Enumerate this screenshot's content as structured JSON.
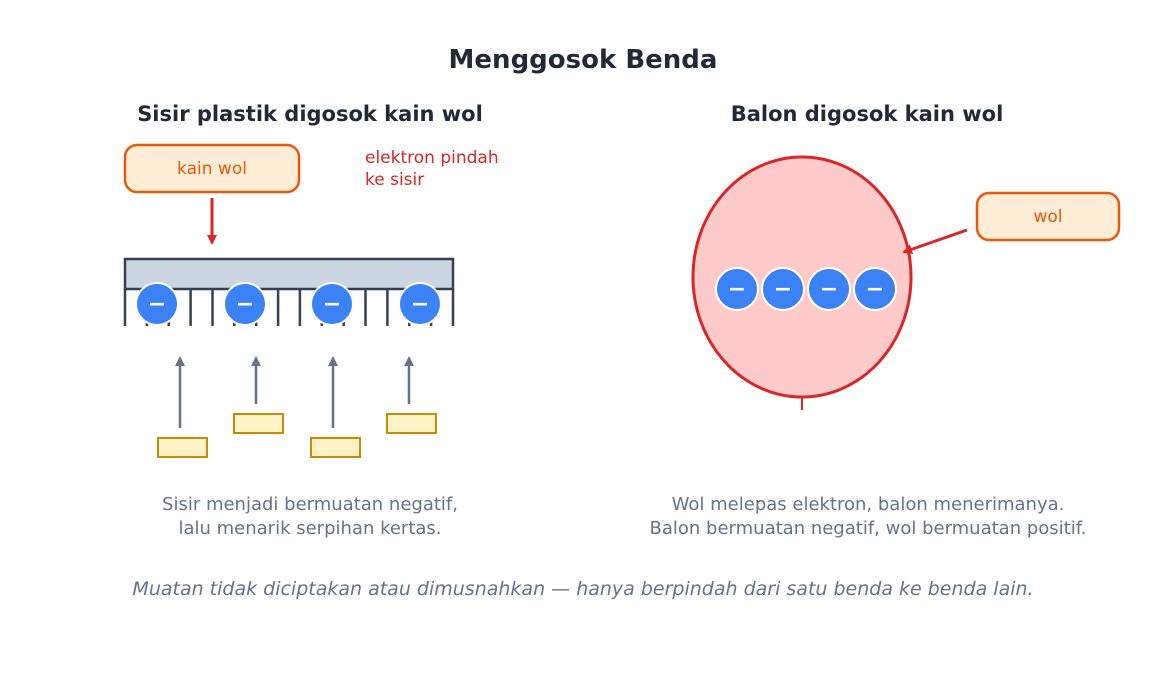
{
  "title": "Menggosok Benda",
  "left_panel": {
    "heading": "Sisir plastik digosok kain wol",
    "cloth_label": "kain wol",
    "note_line1": "elektron pindah",
    "note_line2": "ke sisir",
    "caption_line1": "Sisir menjadi bermuatan negatif,",
    "caption_line2": "lalu menarik serpihan kertas.",
    "electron_symbol": "−"
  },
  "right_panel": {
    "heading": "Balon digosok kain wol",
    "wool_label": "wol",
    "caption_line1": "Wol melepas elektron, balon menerimanya.",
    "caption_line2": "Balon bermuatan negatif, wol bermuatan positif.",
    "electron_symbol": "−"
  },
  "footer": "Muatan tidak diciptakan atau dimusnahkan — hanya berpindah dari satu benda ke benda lain.",
  "colors": {
    "text_dark": "#1f2937",
    "text_muted": "#64748b",
    "orange": "#ea580c",
    "orange_fill": "#ffedd5",
    "red": "#dc2626",
    "balloon_fill": "#fecaca",
    "comb_fill": "#cbd5e1",
    "comb_stroke": "#334155",
    "electron": "#3b82f6",
    "paper_fill": "#fef3c7",
    "paper_stroke": "#ca8a04",
    "arrow_gray": "#64748b"
  }
}
